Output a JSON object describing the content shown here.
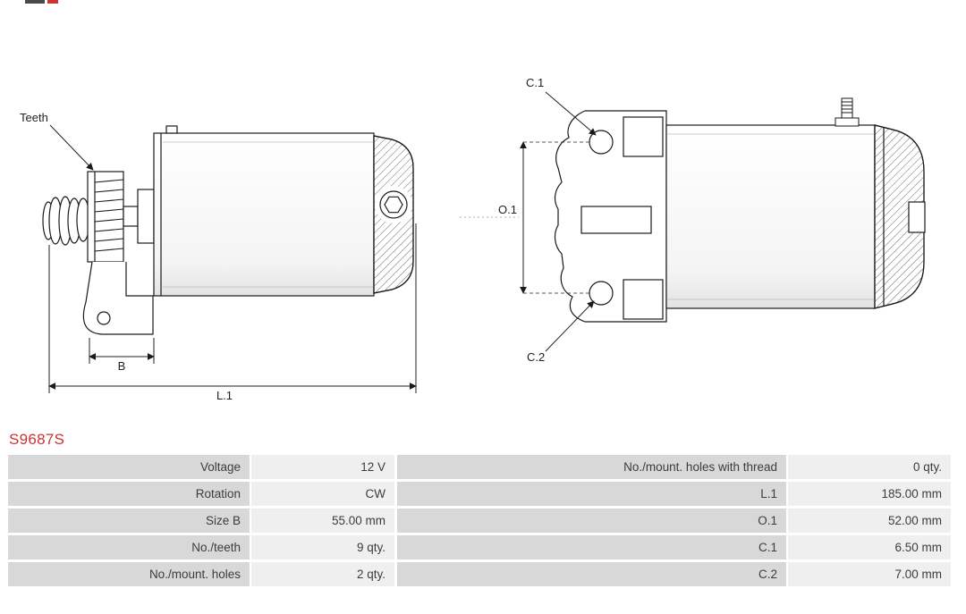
{
  "part_number": "S9687S",
  "colors": {
    "part_number_red": "#cc3333",
    "label_cell_bg": "#d8d8d8",
    "value_cell_bg": "#efefef"
  },
  "diagram": {
    "labels": {
      "teeth": "Teeth",
      "b": "B",
      "l1": "L.1",
      "c1": "C.1",
      "c2": "C.2",
      "o1": "O.1"
    }
  },
  "specs": {
    "left": [
      {
        "label": "Voltage",
        "value": "12 V"
      },
      {
        "label": "Rotation",
        "value": "CW"
      },
      {
        "label": "Size B",
        "value": "55.00 mm"
      },
      {
        "label": "No./teeth",
        "value": "9 qty."
      },
      {
        "label": "No./mount. holes",
        "value": "2 qty."
      }
    ],
    "right": [
      {
        "label": "No./mount. holes with thread",
        "value": "0 qty."
      },
      {
        "label": "L.1",
        "value": "185.00 mm"
      },
      {
        "label": "O.1",
        "value": "52.00 mm"
      },
      {
        "label": "C.1",
        "value": "6.50 mm"
      },
      {
        "label": "C.2",
        "value": "7.00 mm"
      }
    ]
  }
}
